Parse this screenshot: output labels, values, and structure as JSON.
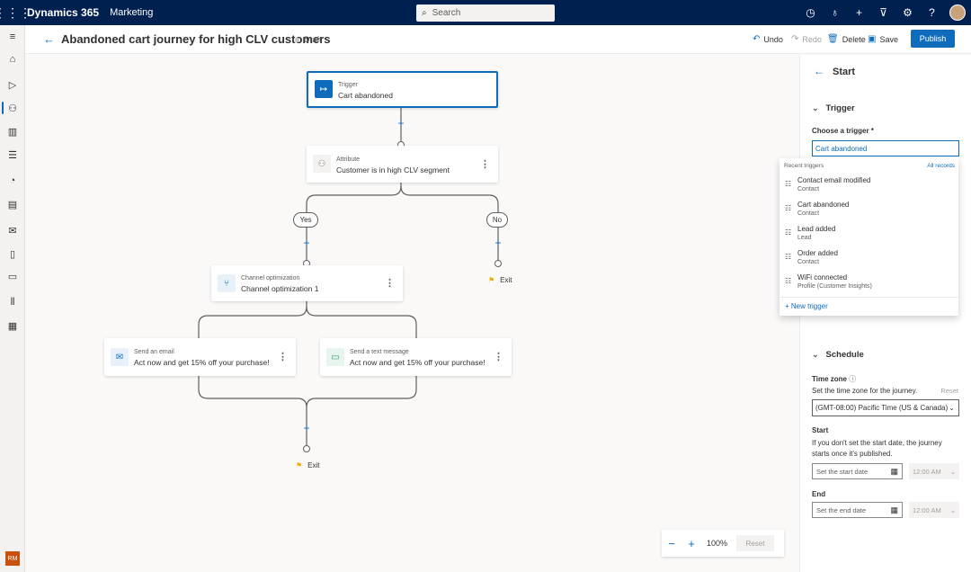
{
  "app": {
    "brand": "Dynamics 365",
    "name": "Marketing",
    "search_placeholder": "Search",
    "user_initials": "RM"
  },
  "icons": {
    "waffle": "waffle-icon",
    "search": "search-icon",
    "top": [
      "lightbulb-icon",
      "idea-icon",
      "plus-icon",
      "filter-icon",
      "settings-icon",
      "help-icon"
    ]
  },
  "leftnav": [
    "menu-icon",
    "home-icon",
    "play-icon",
    "journeys-icon",
    "segments-icon",
    "forms-icon",
    "analytics-icon",
    "templates-icon",
    "email-icon",
    "sms-icon",
    "chat-icon",
    "library-icon",
    "assets-icon"
  ],
  "command": {
    "back": "←",
    "title": "Abandoned cart journey for high CLV customers",
    "status": "Draft",
    "undo": "Undo",
    "redo": "Redo",
    "delete": "Delete",
    "save": "Save",
    "publish": "Publish"
  },
  "canvas": {
    "trigger": {
      "label": "Trigger",
      "value": "Cart abandoned"
    },
    "attribute": {
      "label": "Attribute",
      "value": "Customer is in high CLV segment"
    },
    "yes": "Yes",
    "no": "No",
    "channel": {
      "label": "Channel optimization",
      "value": "Channel optimization 1"
    },
    "email": {
      "label": "Send an email",
      "value": "Act now and get 15% off your purchase!"
    },
    "sms": {
      "label": "Send a text message",
      "value": "Act now and get 15% off your purchase!"
    },
    "exit": "Exit",
    "more": "⋮",
    "zoom": {
      "level": "100%",
      "reset": "Reset"
    }
  },
  "panel": {
    "title": "Start",
    "trigger_section": "Trigger",
    "choose_label": "Choose a trigger *",
    "trigger_value": "Cart abandoned",
    "recent_header": "Recent triggers",
    "all_records": "All records",
    "recent": [
      {
        "name": "Contact email modified",
        "entity": "Contact"
      },
      {
        "name": "Cart abandoned",
        "entity": "Contact"
      },
      {
        "name": "Lead added",
        "entity": "Lead"
      },
      {
        "name": "Order added",
        "entity": "Contact"
      },
      {
        "name": "WiFi connected",
        "entity": "Profile (Customer Insights)"
      }
    ],
    "new_trigger": "+ New trigger",
    "schedule_section": "Schedule",
    "timezone_label": "Time zone",
    "timezone_help": "Set the time zone for the journey.",
    "timezone_reset": "Reset",
    "timezone_value": "(GMT-08:00) Pacific Time (US & Canada)",
    "start_label": "Start",
    "start_help_1": "If you don't set the start date, the journey",
    "start_help_2": "starts once it's published.",
    "start_date_placeholder": "Set the start date",
    "start_time": "12:00 AM",
    "end_label": "End",
    "end_date_placeholder": "Set the end date",
    "end_time": "12:00 AM"
  }
}
